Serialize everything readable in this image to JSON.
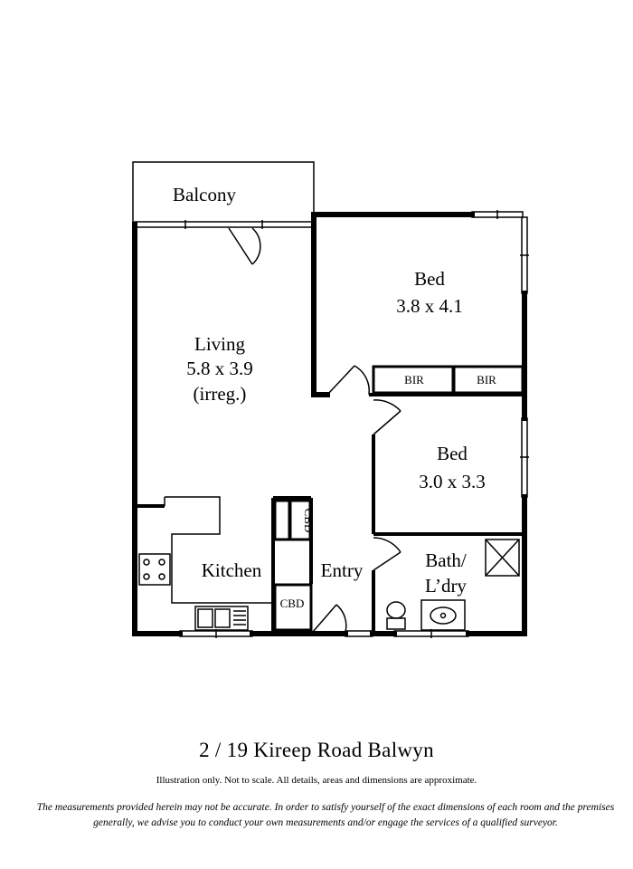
{
  "rooms": {
    "balcony": {
      "name": "Balcony"
    },
    "living": {
      "name": "Living",
      "dims": "5.8 x 3.9",
      "note": "(irreg.)"
    },
    "bed1": {
      "name": "Bed",
      "dims": "3.8 x 4.1"
    },
    "bed2": {
      "name": "Bed",
      "dims": "3.0 x 3.3"
    },
    "bir1": "BIR",
    "bir2": "BIR",
    "kitchen": {
      "name": "Kitchen"
    },
    "entry": {
      "name": "Entry"
    },
    "cbd_upper": "CBD",
    "cbd_lower": "CBD",
    "bath": {
      "line1": "Bath/",
      "line2": "L’dry"
    }
  },
  "address": "2 / 19 Kireep Road Balwyn",
  "note": "Illustration only. Not to scale. All details, areas and dimensions are approximate.",
  "disclaimer": "The measurements provided herein may not be accurate. In order to satisfy yourself of the exact dimensions of each room and the premises generally, we advise you to conduct your own measurements and/or engage the services of a qualified surveyor.",
  "colors": {
    "line": "#000000",
    "background": "#ffffff"
  }
}
